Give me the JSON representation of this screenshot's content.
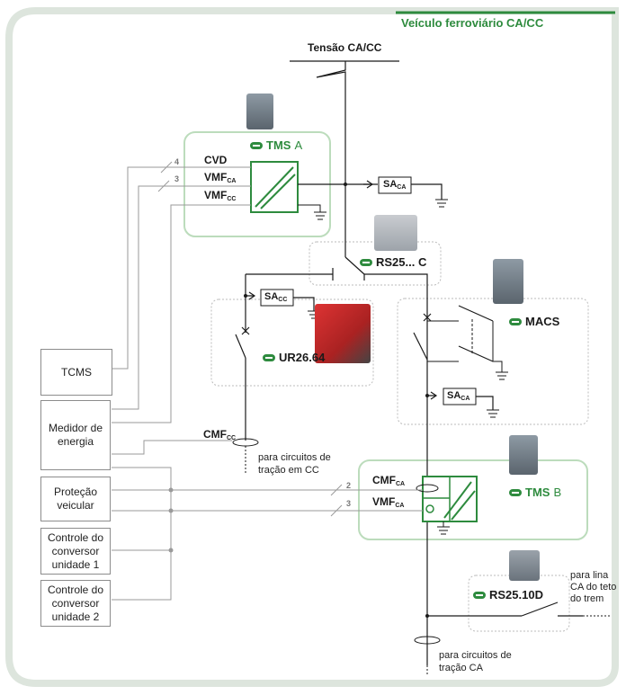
{
  "title": "Veículo ferroviário CA/CC",
  "supply": "Tensão CA/CC",
  "products": {
    "tms_a": {
      "name": "TMS",
      "suffix": "A"
    },
    "tms_b": {
      "name": "TMS",
      "suffix": "B"
    },
    "rs25c": {
      "name": "RS25... C"
    },
    "ur2664": {
      "name": "UR26.64"
    },
    "macs": {
      "name": "MACS"
    },
    "rs2510d": {
      "name": "RS25.10D"
    }
  },
  "signals": {
    "cvd": "CVD",
    "vmf": "VMF",
    "cmf": "CMF",
    "sa": "SA",
    "sub_ca": "CA",
    "sub_cc": "CC"
  },
  "wire_counts": {
    "cvd": "4",
    "vmf_ca_a": "3",
    "cmf_ca_b": "2",
    "vmf_ca_b": "3"
  },
  "boxes": {
    "tcms": "TCMS",
    "medidor": "Medidor de energia",
    "protecao": "Proteção veicular",
    "conv1": "Controle do conversor unidade 1",
    "conv2": "Controle do conversor unidade 2"
  },
  "notes": {
    "cc_traction": "para circuitos de tração em CC",
    "ca_traction": "para circuitos de tração CA",
    "roof_line": "para lina CA do teto do trem"
  },
  "colors": {
    "accent": "#2e8b3e",
    "frame_green": "#c8e0c8",
    "wire": "#1a1a1a",
    "signal": "#9a9a9a"
  }
}
